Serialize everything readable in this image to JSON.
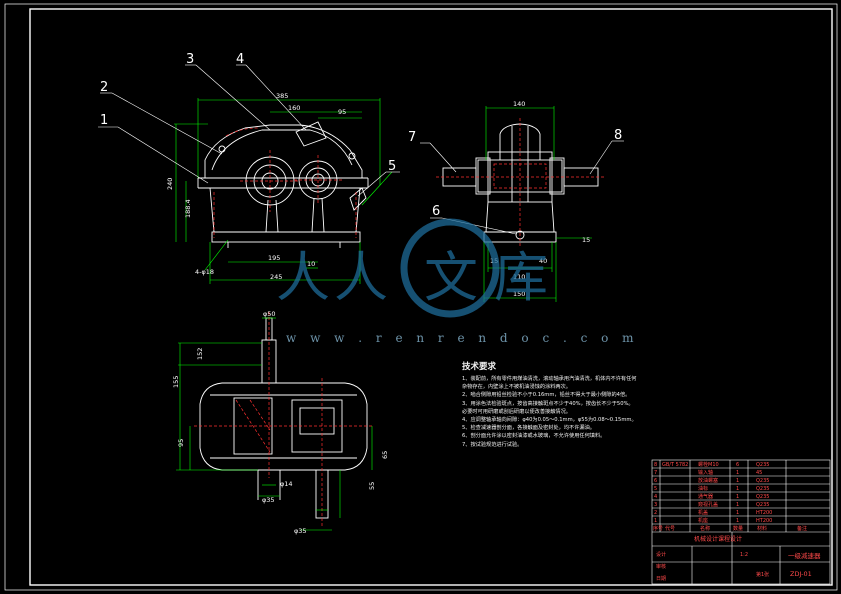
{
  "balloons": [
    "1",
    "2",
    "3",
    "4",
    "5",
    "6",
    "7",
    "8"
  ],
  "dims_front": [
    "385",
    "160",
    "95",
    "240",
    "188.4",
    "195",
    "10",
    "245",
    "4-φ18"
  ],
  "dims_side": [
    "140",
    "15",
    "110",
    "150",
    "40",
    "15"
  ],
  "dims_top": [
    "φ50",
    "152",
    "155",
    "95",
    "φ14",
    "55",
    "φ35",
    "65",
    "φ35"
  ],
  "notes": {
    "title": "技术要求",
    "lines": [
      "1、装配前，所有零件用煤油清洗，滚动轴承用汽油清洗，机体内不许有任何",
      "   杂物存在，内壁涂上不被机油浸蚀的涂料两次。",
      "2、啮合侧隙用铅丝检验不小于0.16mm，铅丝不得大于最小侧隙的4倍。",
      "3、用涂色法检验斑点，按齿高接触斑点不少于40%，按齿长不少于50%。",
      "   必要时可用研磨或刮后研磨以便改善接触情况。",
      "4、应调整轴承轴向间隙：φ40为0.05～0.1mm，φ55为0.08～0.15mm。",
      "5、检查减速器剖分面，各接触面及密封处，均不许漏油。",
      "6、剖分面允许涂以密封油漆或水玻璃，不允许使用任何填料。",
      "7、按试验规范进行试验。"
    ]
  },
  "title_block": {
    "drawing_name": "一级减速器",
    "drawing_no": "ZDJ-01",
    "school": "机械设计课程设计",
    "scale": "1:2",
    "sheet": "第1张",
    "headers": [
      "序号",
      "代号",
      "名称",
      "数量",
      "材料",
      "备注"
    ],
    "rows": [
      [
        "8",
        "GB/T 5782",
        "螺栓M10",
        "6",
        "Q235",
        ""
      ],
      [
        "7",
        "",
        "输入轴",
        "1",
        "45",
        ""
      ],
      [
        "6",
        "",
        "放油螺塞",
        "1",
        "Q235",
        ""
      ],
      [
        "5",
        "",
        "油标",
        "1",
        "Q235",
        ""
      ],
      [
        "4",
        "",
        "通气器",
        "1",
        "Q235",
        ""
      ],
      [
        "3",
        "",
        "窥视孔盖",
        "1",
        "Q235",
        ""
      ],
      [
        "2",
        "",
        "机盖",
        "1",
        "HT200",
        ""
      ],
      [
        "1",
        "",
        "机座",
        "1",
        "HT200",
        ""
      ]
    ],
    "sign": [
      "设计",
      "审核",
      "日期"
    ]
  },
  "watermark": {
    "chars": [
      "人",
      "人",
      "文",
      "库"
    ],
    "url": "w w w . r e n r e n d o c . c o m"
  },
  "colors": {
    "frame": "#ffffff",
    "outline": "#ffffff",
    "dimension": "#00ff00",
    "section": "#ff3030",
    "leader": "#ffffff",
    "titleblock": "#ffffff",
    "watermark": "#1f6f9e"
  }
}
